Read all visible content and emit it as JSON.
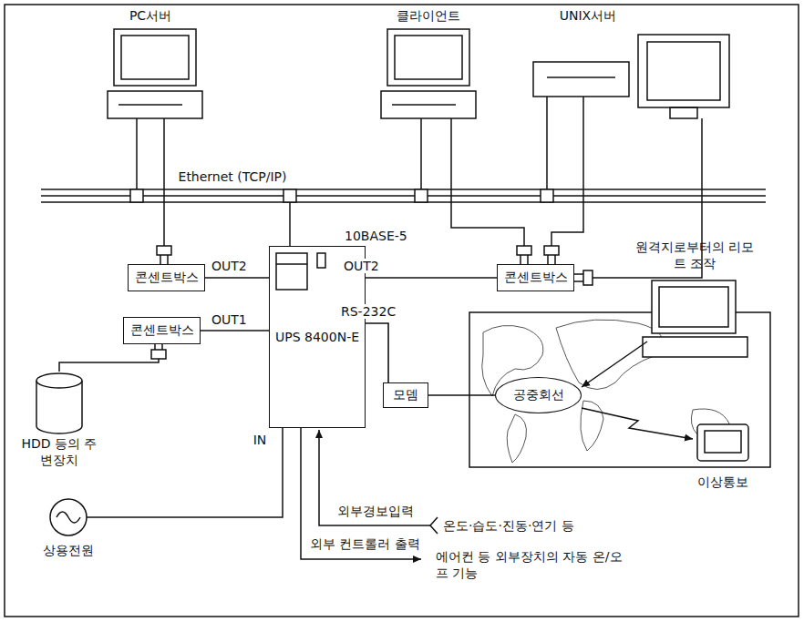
{
  "diagram": {
    "nodes": [
      {
        "text": [
          "콘센트박스"
        ]
      },
      {
        "text": [
          "콘센트박스"
        ]
      },
      {
        "text": [
          "UPS 8400N-E"
        ]
      },
      {
        "text": [
          "콘센트박스"
        ]
      },
      {
        "text": [
          "모뎀"
        ]
      },
      {
        "text": [
          "공중회선"
        ]
      }
    ],
    "edges": [
      {
        "from": 2,
        "to": 0,
        "arrow": "none",
        "label": "OUT2"
      },
      {
        "from": 2,
        "to": 1,
        "arrow": "none",
        "label": "OUT1"
      },
      {
        "from": 2,
        "to": 3,
        "arrow": "none",
        "label": "OUT2"
      },
      {
        "from": 2,
        "to": 4,
        "arrow": "none",
        "label": "RS-232C"
      },
      {
        "from": 4,
        "to": 5,
        "arrow": "none"
      }
    ],
    "labels": [
      "PC서버",
      "클라이언트",
      "UNIX서버",
      "Ethernet (TCP/IP)",
      "10BASE-5",
      "원격지로부터의 리모트 조작",
      "HDD 등의 주변장치",
      "IN",
      "상용전원",
      "외부경보입력",
      "온도·습도·진동·연기 등",
      "이상통보",
      "외부 컨트롤러 출력",
      "에어컨 등 외부장치의 자동 온/오프 기능"
    ]
  }
}
